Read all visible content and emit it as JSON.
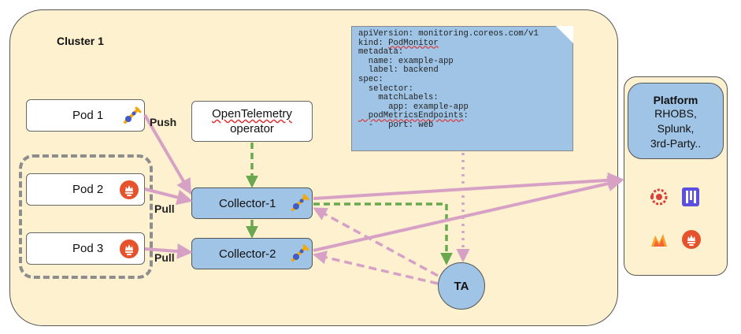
{
  "cluster": {
    "title": "Cluster 1"
  },
  "pods": [
    {
      "label": "Pod 1",
      "icon": "opentelemetry-icon"
    },
    {
      "label": "Pod 2",
      "icon": "prometheus-icon"
    },
    {
      "label": "Pod 3",
      "icon": "prometheus-icon"
    }
  ],
  "operator": {
    "line1": "OpenTelemetry",
    "line2": "operator"
  },
  "collectors": [
    {
      "label": "Collector-1",
      "icon": "opentelemetry-icon"
    },
    {
      "label": "Collector-2",
      "icon": "opentelemetry-icon"
    }
  ],
  "edge_labels": {
    "push": "Push",
    "pull1": "Pull",
    "pull2": "Pull"
  },
  "yaml": {
    "line1": "apiVersion: monitoring.coreos.com/v1",
    "line2_key": "kind: ",
    "line2_val": "PodMonitor",
    "line3": "metadata:",
    "line4": "  name: example-app",
    "line5": "  label: backend",
    "line6": "spec:",
    "line7": "  selector:",
    "line8": "    matchLabels:",
    "line9": "      app: example-app",
    "line10_key": "  podMetricsEndpoints",
    "line10_suffix": ":",
    "line11": "  -   port: web"
  },
  "ta": {
    "label": "TA"
  },
  "platform": {
    "title": "Platform",
    "body": [
      "RHOBS,",
      "Splunk,",
      "3rd-Party.."
    ],
    "logos": [
      "rhobs-logo-icon",
      "splunk-logo-icon",
      "grafana-logo-icon",
      "prometheus-icon"
    ]
  },
  "colors": {
    "cluster_bg": "#fdf1d0",
    "node_blue": "#9fc4e6",
    "edge_pink": "#d7a1c6",
    "edge_green": "#6aa84f",
    "prometheus_orange": "#e6522c"
  }
}
